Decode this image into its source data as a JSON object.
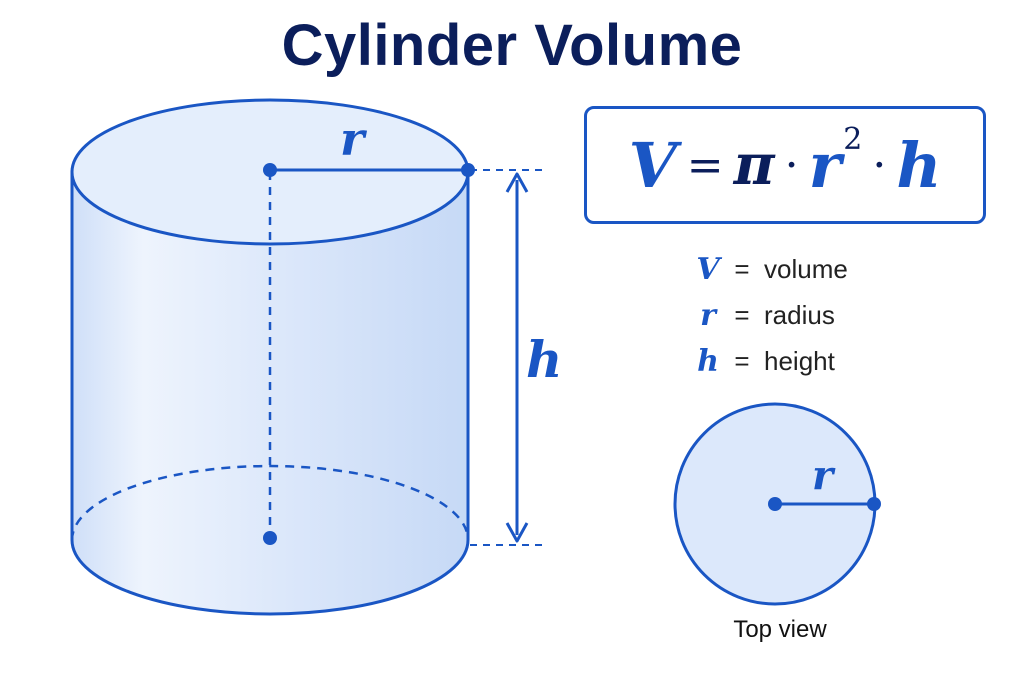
{
  "title": "Cylinder Volume",
  "labels": {
    "radius_symbol": "r",
    "height_symbol": "h",
    "top_view_radius_symbol": "r"
  },
  "formula": {
    "V": "V",
    "equals": "=",
    "pi": "π",
    "dot": "·",
    "r": "r",
    "exponent": "2",
    "h": "h"
  },
  "legend": [
    {
      "symbol": "V",
      "equals": "=",
      "meaning": "volume"
    },
    {
      "symbol": "r",
      "equals": "=",
      "meaning": "radius"
    },
    {
      "symbol": "h",
      "equals": "=",
      "meaning": "height"
    }
  ],
  "top_view_caption": "Top view",
  "colors": {
    "title": "#0b1e5b",
    "accent": "#1a56c4",
    "fill": "#dce8fb"
  }
}
